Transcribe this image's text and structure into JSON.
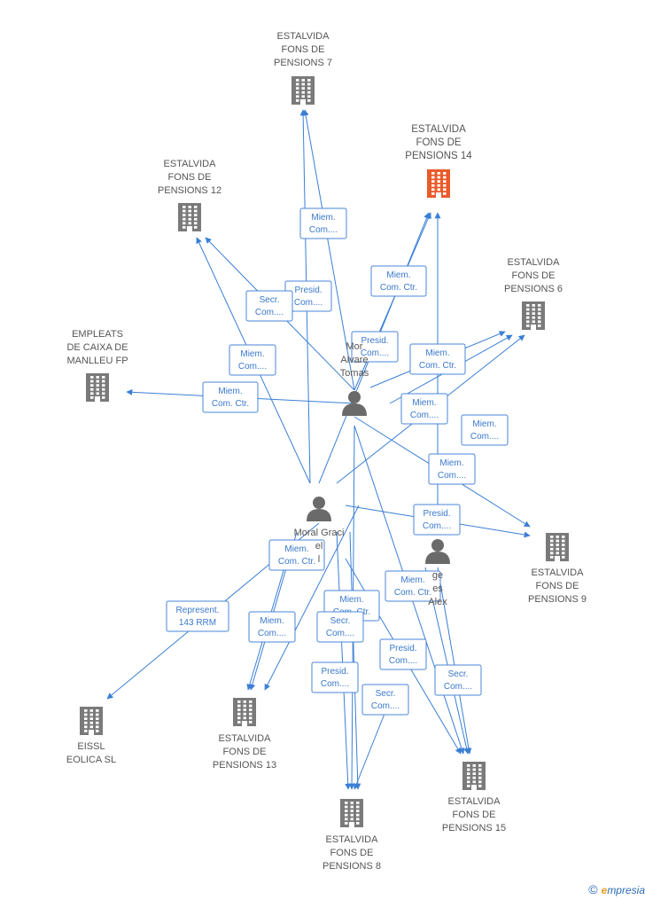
{
  "colors": {
    "building": "#7a7a7a",
    "highlight": "#ea5a2a",
    "person": "#6a6a6a",
    "edge": "#3a7fd6"
  },
  "footer": {
    "copyright": "©",
    "brand_first": "e",
    "brand_rest": "mpresia"
  },
  "nodes": [
    {
      "id": "fp7",
      "kind": "building",
      "lines": [
        "ESTALVIDA",
        "FONS DE",
        "PENSIONS 7"
      ]
    },
    {
      "id": "fp14",
      "kind": "building",
      "highlight": true,
      "lines": [
        "ESTALVIDA",
        "FONS DE",
        "PENSIONS 14"
      ]
    },
    {
      "id": "fp12",
      "kind": "building",
      "lines": [
        "ESTALVIDA",
        "FONS DE",
        "PENSIONS 12"
      ]
    },
    {
      "id": "fp6",
      "kind": "building",
      "lines": [
        "ESTALVIDA",
        "FONS DE",
        "PENSIONS 6"
      ]
    },
    {
      "id": "emp",
      "kind": "building",
      "lines": [
        "EMPLEATS",
        "DE CAIXA DE",
        "MANLLEU FP"
      ]
    },
    {
      "id": "fp9",
      "kind": "building",
      "lines": [
        "ESTALVIDA",
        "FONS DE",
        "PENSIONS 9"
      ]
    },
    {
      "id": "eissl",
      "kind": "building",
      "lines": [
        "EISSL",
        "EOLICA  SL"
      ]
    },
    {
      "id": "fp13",
      "kind": "building",
      "lines": [
        "ESTALVIDA",
        "FONS DE",
        "PENSIONS 13"
      ]
    },
    {
      "id": "fp8",
      "kind": "building",
      "lines": [
        "ESTALVIDA",
        "FONS DE",
        "PENSIONS 8"
      ]
    },
    {
      "id": "fp15",
      "kind": "building",
      "lines": [
        "ESTALVIDA",
        "FONS DE",
        "PENSIONS 15"
      ]
    },
    {
      "id": "p1",
      "kind": "person",
      "lines": [
        "Mor",
        "Alvare",
        "Tomas"
      ]
    },
    {
      "id": "p2",
      "kind": "person",
      "lines": [
        "Moral Graci",
        "el",
        "l"
      ]
    },
    {
      "id": "p3",
      "kind": "person",
      "lines": [
        "ge",
        "es",
        "Alex"
      ]
    }
  ],
  "edge_labels": [
    {
      "id": "l1",
      "lines": [
        "Miem.",
        "Com...."
      ]
    },
    {
      "id": "l2",
      "lines": [
        "Presid.",
        "Com...."
      ]
    },
    {
      "id": "l3",
      "lines": [
        "Secr.",
        "Com...."
      ]
    },
    {
      "id": "l4",
      "lines": [
        "Miem.",
        "Com. Ctr."
      ]
    },
    {
      "id": "l5",
      "lines": [
        "Miem.",
        "Com...."
      ]
    },
    {
      "id": "l6",
      "lines": [
        "Presid.",
        "Com...."
      ]
    },
    {
      "id": "l7",
      "lines": [
        "Miem.",
        "Com. Ctr."
      ]
    },
    {
      "id": "l8",
      "lines": [
        "Miem.",
        "Com. Ctr."
      ]
    },
    {
      "id": "l9",
      "lines": [
        "Miem.",
        "Com...."
      ]
    },
    {
      "id": "l10",
      "lines": [
        "Miem.",
        "Com...."
      ]
    },
    {
      "id": "l11",
      "lines": [
        "Miem.",
        "Com...."
      ]
    },
    {
      "id": "l12",
      "lines": [
        "Presid.",
        "Com...."
      ]
    },
    {
      "id": "l13",
      "lines": [
        "Miem.",
        "Com. Ctr."
      ]
    },
    {
      "id": "l14",
      "lines": [
        "Represent.",
        "143 RRM"
      ]
    },
    {
      "id": "l15",
      "lines": [
        "Miem.",
        "Com. Ctr."
      ]
    },
    {
      "id": "l16",
      "lines": [
        "Miem.",
        "Com. Ctr."
      ]
    },
    {
      "id": "l17",
      "lines": [
        "Miem.",
        "Com...."
      ]
    },
    {
      "id": "l18",
      "lines": [
        "Secr.",
        "Com...."
      ]
    },
    {
      "id": "l19",
      "lines": [
        "Presid.",
        "Com...."
      ]
    },
    {
      "id": "l20",
      "lines": [
        "Presid.",
        "Com...."
      ]
    },
    {
      "id": "l21",
      "lines": [
        "Secr.",
        "Com...."
      ]
    },
    {
      "id": "l22",
      "lines": [
        "Secr.",
        "Com...."
      ]
    }
  ]
}
